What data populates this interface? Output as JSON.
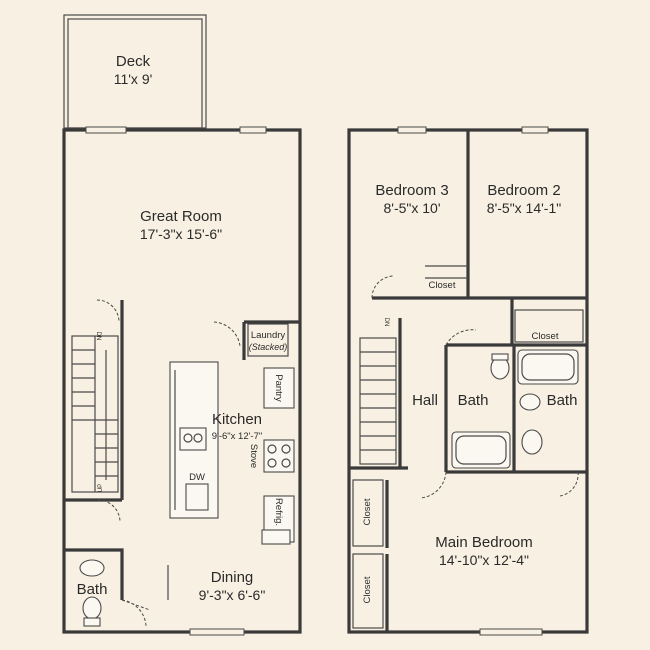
{
  "rooms": {
    "deck": {
      "name": "Deck",
      "size": "11'x 9'"
    },
    "great_room": {
      "name": "Great Room",
      "size": "17'-3\"x 15'-6\""
    },
    "kitchen": {
      "name": "Kitchen",
      "size": "9'-6\"x 12'-7\""
    },
    "dining": {
      "name": "Dining",
      "size": "9'-3\"x 6'-6\""
    },
    "bath_lower": {
      "name": "Bath"
    },
    "bedroom3": {
      "name": "Bedroom 3",
      "size": "8'-5\"x 10'"
    },
    "bedroom2": {
      "name": "Bedroom 2",
      "size": "8'-5\"x 14'-1\""
    },
    "hall": {
      "name": "Hall"
    },
    "bath_hall": {
      "name": "Bath"
    },
    "bath_master": {
      "name": "Bath"
    },
    "main_bedroom": {
      "name": "Main Bedroom",
      "size": "14'-10\"x 12'-4\""
    }
  },
  "features": {
    "laundry": "Laundry",
    "stacked": "(Stacked)",
    "pantry": "Pantry",
    "stove": "Stove",
    "dw": "DW",
    "refrig": "Refrig.",
    "closet_br3": "Closet",
    "closet_br2": "Closet",
    "closet_mb1": "Closet",
    "closet_mb2": "Closet"
  },
  "stairs": {
    "dn_lower": "DN",
    "up_lower": "UP",
    "dn_upper": "DN"
  }
}
